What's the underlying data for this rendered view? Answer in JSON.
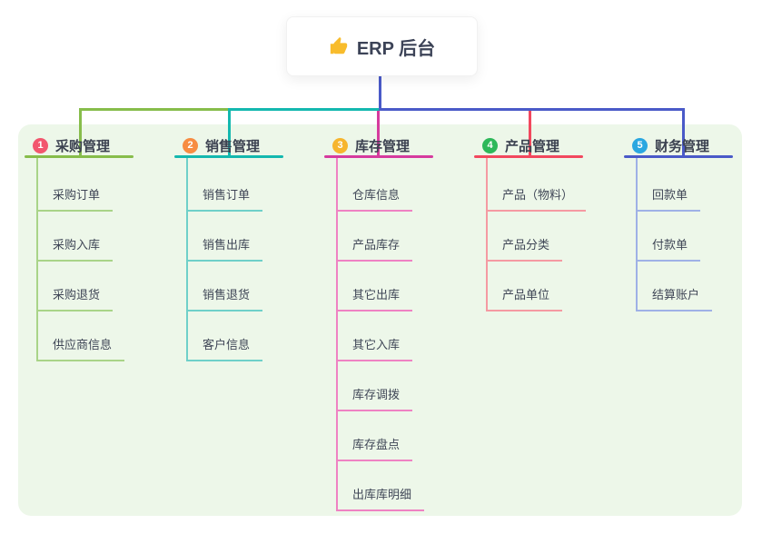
{
  "root": {
    "label": "ERP 后台",
    "icon": "thumbs-up-icon",
    "stem_color": "#4a5ac8"
  },
  "panel": {
    "bg": "#edf7e9"
  },
  "branches": [
    {
      "index": "1",
      "label": "采购管理",
      "badge_color": "#f2566e",
      "line_color": "#87bd4b",
      "child_line_color": "#a9d488",
      "children": [
        "采购订单",
        "采购入库",
        "采购退货",
        "供应商信息"
      ]
    },
    {
      "index": "2",
      "label": "销售管理",
      "badge_color": "#f78c42",
      "line_color": "#14b8af",
      "child_line_color": "#6fd0c9",
      "children": [
        "销售订单",
        "销售出库",
        "销售退货",
        "客户信息"
      ]
    },
    {
      "index": "3",
      "label": "库存管理",
      "badge_color": "#f6b52e",
      "line_color": "#d63b9e",
      "child_line_color": "#ef82c3",
      "children": [
        "仓库信息",
        "产品库存",
        "其它出库",
        "其它入库",
        "库存调拨",
        "库存盘点",
        "出库库明细"
      ]
    },
    {
      "index": "4",
      "label": "产品管理",
      "badge_color": "#2eb85a",
      "line_color": "#f2485e",
      "child_line_color": "#f59aa2",
      "children": [
        "产品（物料）",
        "产品分类",
        "产品单位"
      ]
    },
    {
      "index": "5",
      "label": "财务管理",
      "badge_color": "#2aa7e0",
      "line_color": "#4a5ac8",
      "child_line_color": "#9fb1e6",
      "children": [
        "回款单",
        "付款单",
        "结算账户"
      ]
    }
  ]
}
